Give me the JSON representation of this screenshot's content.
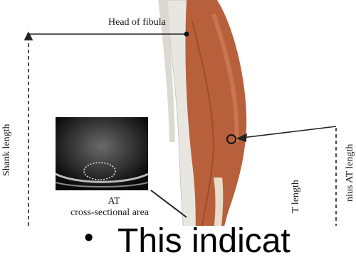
{
  "labels": {
    "head_of_fibula": "Head of fibula",
    "shank_length": "Shank length",
    "at": "AT",
    "cross_sectional_area": "cross-sectional area",
    "right_length_1": "T length",
    "right_length_2": "nius AT length"
  },
  "slide": {
    "bullet": "•",
    "text": "This indicat"
  }
}
